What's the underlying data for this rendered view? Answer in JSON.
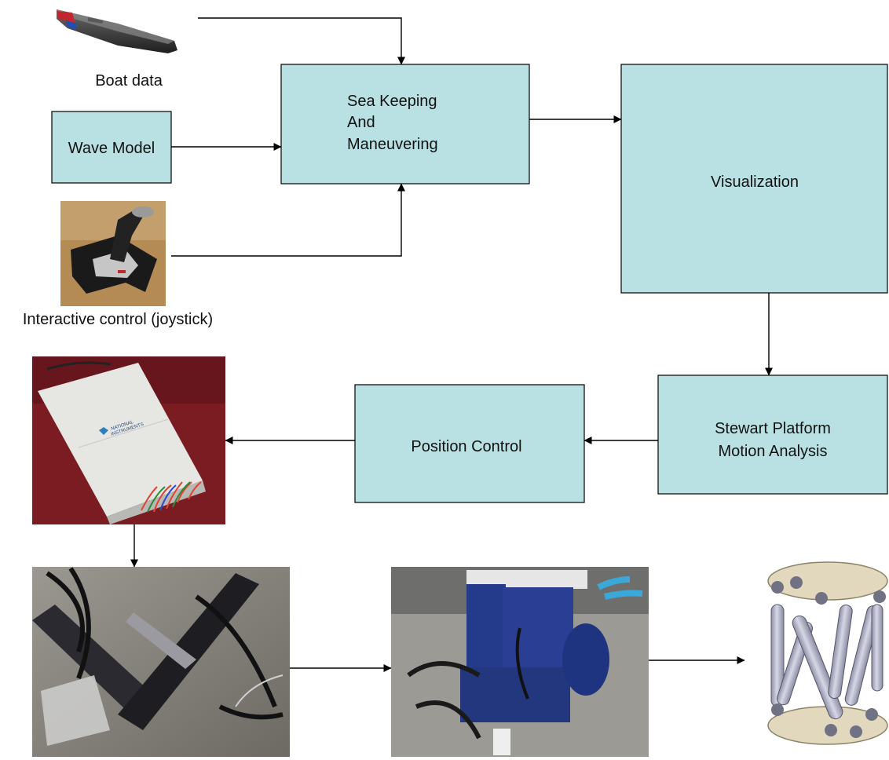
{
  "nodes": {
    "sea_keeping": {
      "lines": [
        "Sea Keeping",
        "And",
        "Maneuvering"
      ]
    },
    "wave_model": {
      "label": "Wave Model"
    },
    "visualization": {
      "label": "Visualization"
    },
    "stewart": {
      "lines": [
        "Stewart Platform",
        "Motion Analysis"
      ]
    },
    "position_control": {
      "label": "Position Control"
    }
  },
  "captions": {
    "boat": "Boat data",
    "joystick": "Interactive control (joystick)"
  },
  "instrument_logo": [
    "NATIONAL",
    "INSTRUMENTS"
  ],
  "colors": {
    "box_fill": "#b9e1e3",
    "box_stroke": "#000000"
  }
}
